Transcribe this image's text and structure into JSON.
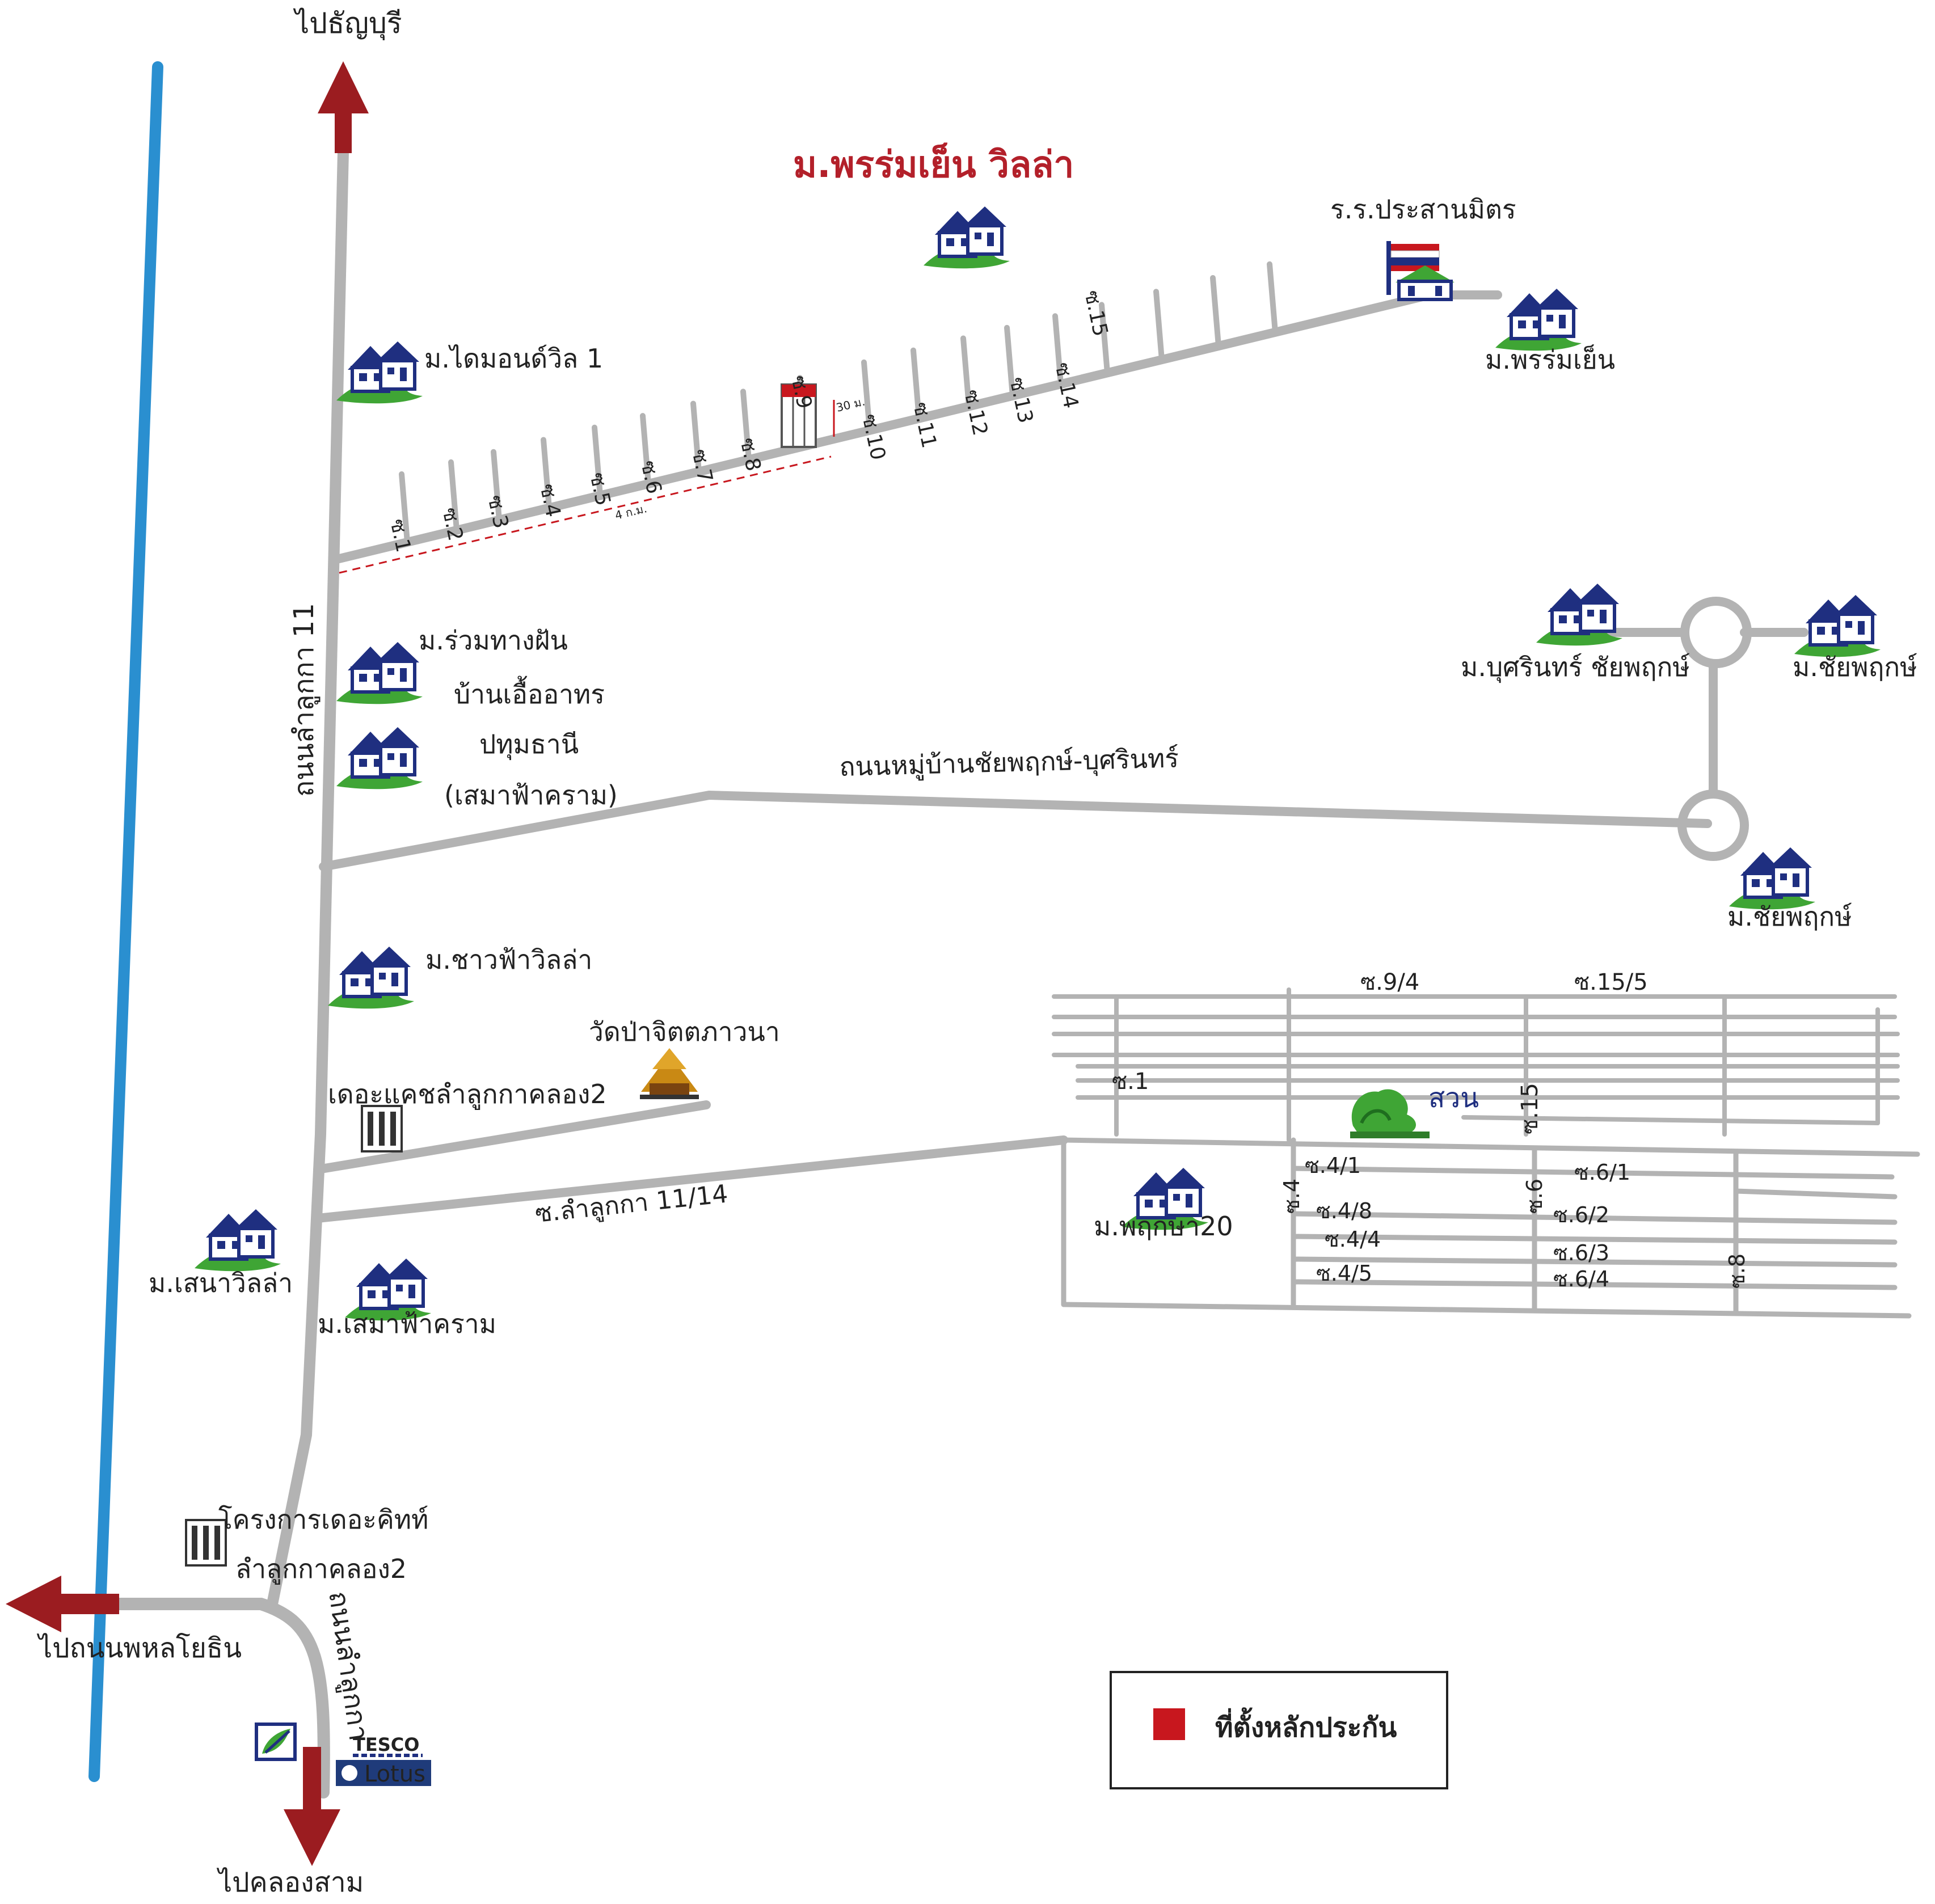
{
  "title": "ม.พรร่มเย็น วิลล่า",
  "directions": {
    "north": "ไปธัญบุรี",
    "west": "ไปถนนพหลโยธิน",
    "south": "ไปคลองสาม"
  },
  "roads": {
    "main": "ถนนลำลูกกา 11",
    "lower_main": "ถนนลำลูกกา",
    "chaiyaphruek": "ถนนหมู่บ้านชัยพฤกษ์-บุศรินทร์",
    "lamlukka_11_14": "ซ.ลำลูกกา 11/14"
  },
  "sois_top": [
    "ซ.1",
    "ซ.2",
    "ซ.3",
    "ซ.4",
    "ซ.5",
    "ซ.6",
    "ซ.7",
    "ซ.8",
    "ซ.9",
    "ซ.10",
    "ซ.11",
    "ซ.12",
    "ซ.13",
    "ซ.14",
    "ซ.15"
  ],
  "measure": {
    "long": "4 ก.ม.",
    "short": "30 ม."
  },
  "places": {
    "diamond": "ม.ไดมอนด์วิล 1",
    "phornromyen": "ม.พรร่มเย็น",
    "school": "ร.ร.ประสานมิตร",
    "ruamtang_1": "ม.ร่วมทางฝัน",
    "ruamtang_2": "บ้านเอื้ออาทร",
    "ruamtang_3": "ปทุมธานี",
    "ruamtang_4": "(เสมาฟ้าคราม)",
    "busarin": "ม.บุศรินทร์ ชัยพฤกษ์",
    "chaiyaphruek_1": "ม.ชัยพฤกษ์",
    "chaiyaphruek_2": "ม.ชัยพฤกษ์",
    "chaofa": "ม.ชาวฟ้าวิลล่า",
    "temple": "วัดป่าจิตตภาวนา",
    "thecase": "เดอะแคชลำลูกกาคลอง2",
    "senavilla": "ม.เสนาวิลล่า",
    "semafa": "ม.เสมาฟ้าคราม",
    "pruksa": "ม.พฤกษา20",
    "park": "สวน",
    "kith_1": "โครงการเดอะคิทท์",
    "kith_2": "ลำลูกกาคลอง2",
    "tesco_top": "TESCO",
    "tesco_bottom": "Lotus"
  },
  "grid_labels": {
    "s9_4": "ซ.9/4",
    "s15_5": "ซ.15/5",
    "s1": "ซ.1",
    "s15": "ซ.15",
    "s4_1": "ซ.4/1",
    "s4": "ซ.4",
    "s4_8": "ซ.4/8",
    "s4_4": "ซ.4/4",
    "s4_5": "ซ.4/5",
    "s6_1": "ซ.6/1",
    "s6": "ซ.6",
    "s6_2": "ซ.6/2",
    "s6_3": "ซ.6/3",
    "s6_4": "ซ.6/4",
    "s8": "ซ.8"
  },
  "legend": {
    "label": "ที่ตั้งหลักประกัน",
    "color": "#c8171e"
  },
  "colors": {
    "road": "#b3b3b3",
    "canal": "#2a8fd0",
    "arrow": "#9b1c20",
    "title": "#b3202a",
    "grass": "#3fa535"
  }
}
